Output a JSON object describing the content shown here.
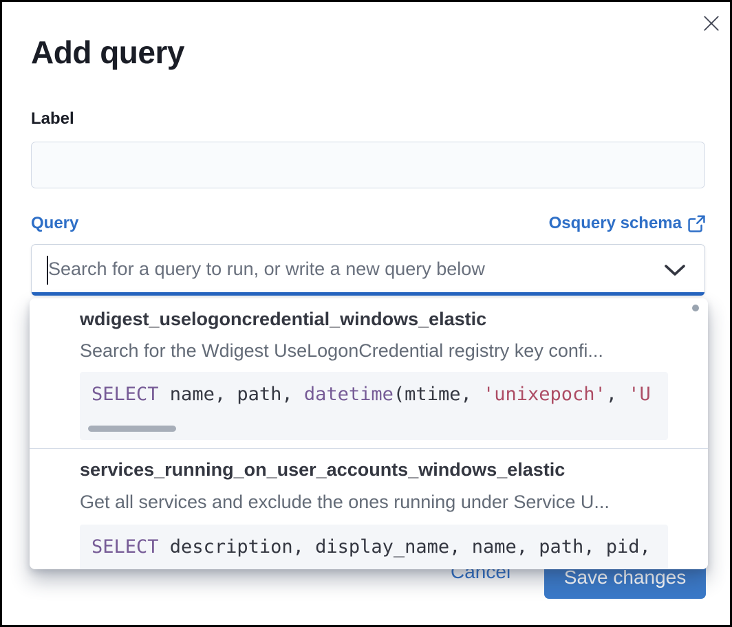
{
  "modal": {
    "title": "Add query",
    "label_field": {
      "label": "Label",
      "value": ""
    },
    "query_field": {
      "label": "Query",
      "schema_link_label": "Osquery schema"
    },
    "combobox": {
      "placeholder": "Search for a query to run, or write a new query below",
      "selected_value": ""
    },
    "footer": {
      "cancel_label": "Cancel",
      "save_label": "Save changes"
    }
  },
  "dropdown": {
    "items": [
      {
        "title": "wdigest_uselogoncredential_windows_elastic",
        "description": "Search for the Wdigest UseLogonCredential registry key confi...",
        "code": [
          {
            "text": "SELECT",
            "type": "keyword"
          },
          {
            "text": " name, path, ",
            "type": "plain"
          },
          {
            "text": "datetime",
            "type": "keyword"
          },
          {
            "text": "(mtime, ",
            "type": "plain"
          },
          {
            "text": "'unixepoch'",
            "type": "string"
          },
          {
            "text": ", ",
            "type": "plain"
          },
          {
            "text": "'U",
            "type": "string"
          }
        ],
        "has_horizontal_scrollbar": true
      },
      {
        "title": "services_running_on_user_accounts_windows_elastic",
        "description": "Get all services and exclude the ones running under Service U...",
        "code": [
          {
            "text": "SELECT",
            "type": "keyword"
          },
          {
            "text": " description, display_name, name, path, pid,",
            "type": "plain"
          }
        ],
        "has_horizontal_scrollbar": false
      }
    ]
  },
  "icons": {
    "close": "x-cross",
    "external_link": "box-arrow-up-right",
    "chevron_down": "chevron-down"
  },
  "colors": {
    "primary_blue": "#2e6fc7",
    "focus_underline": "#2565c0",
    "save_button_bg": "#3a79c8",
    "title_text": "#1a1d26",
    "item_title_text": "#343741",
    "description_text": "#636b77",
    "placeholder_text": "#69707d",
    "code_background": "#f4f6f9",
    "code_keyword": "#765b96",
    "code_string": "#ad4c64",
    "code_plain": "#343741",
    "input_background": "#f9fbfd",
    "border": "#d3dae6",
    "scrollbar": "#9aa4b0"
  }
}
